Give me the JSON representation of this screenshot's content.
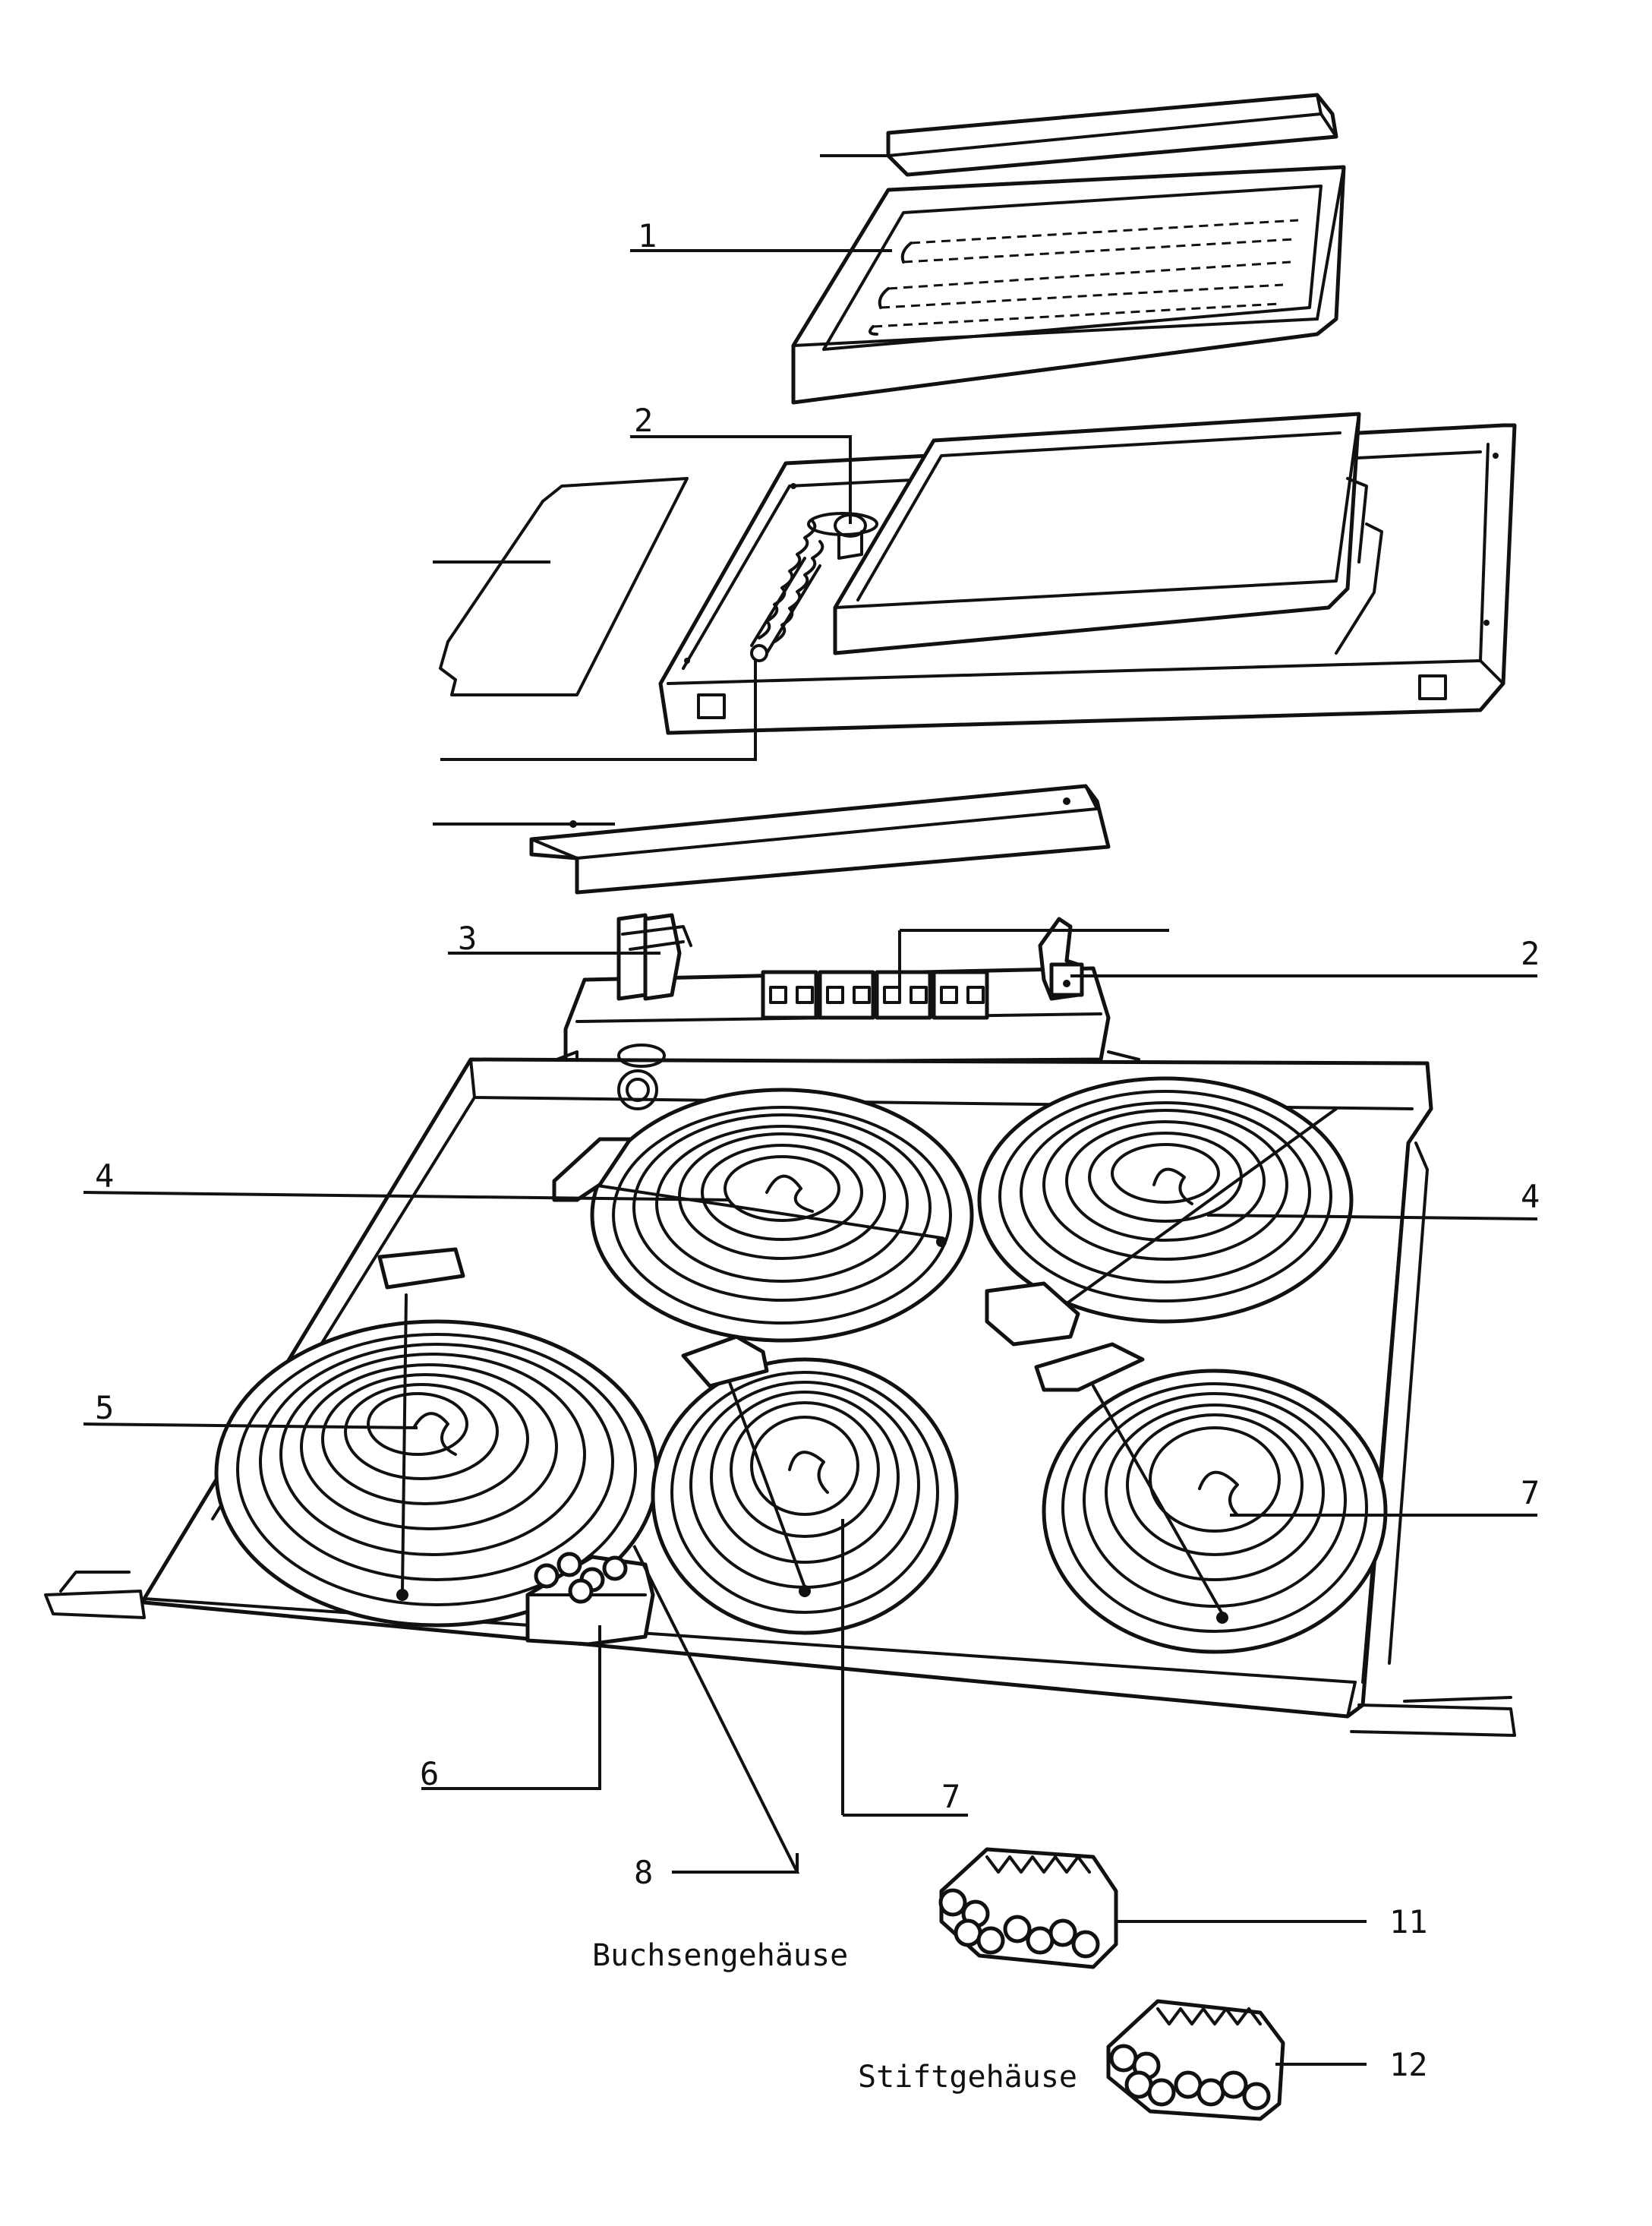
{
  "callouts": {
    "c1": "1",
    "c2_top": "2",
    "c2_right": "2",
    "c3": "3",
    "c4_left": "4",
    "c4_right": "4",
    "c5": "5",
    "c6": "6",
    "c7_bottom": "7",
    "c7_right": "7",
    "c8": "8",
    "c11": "11",
    "c12": "12"
  },
  "labels": {
    "socket_housing": "Buchsengehäuse",
    "pin_housing": "Stiftgehäuse"
  }
}
